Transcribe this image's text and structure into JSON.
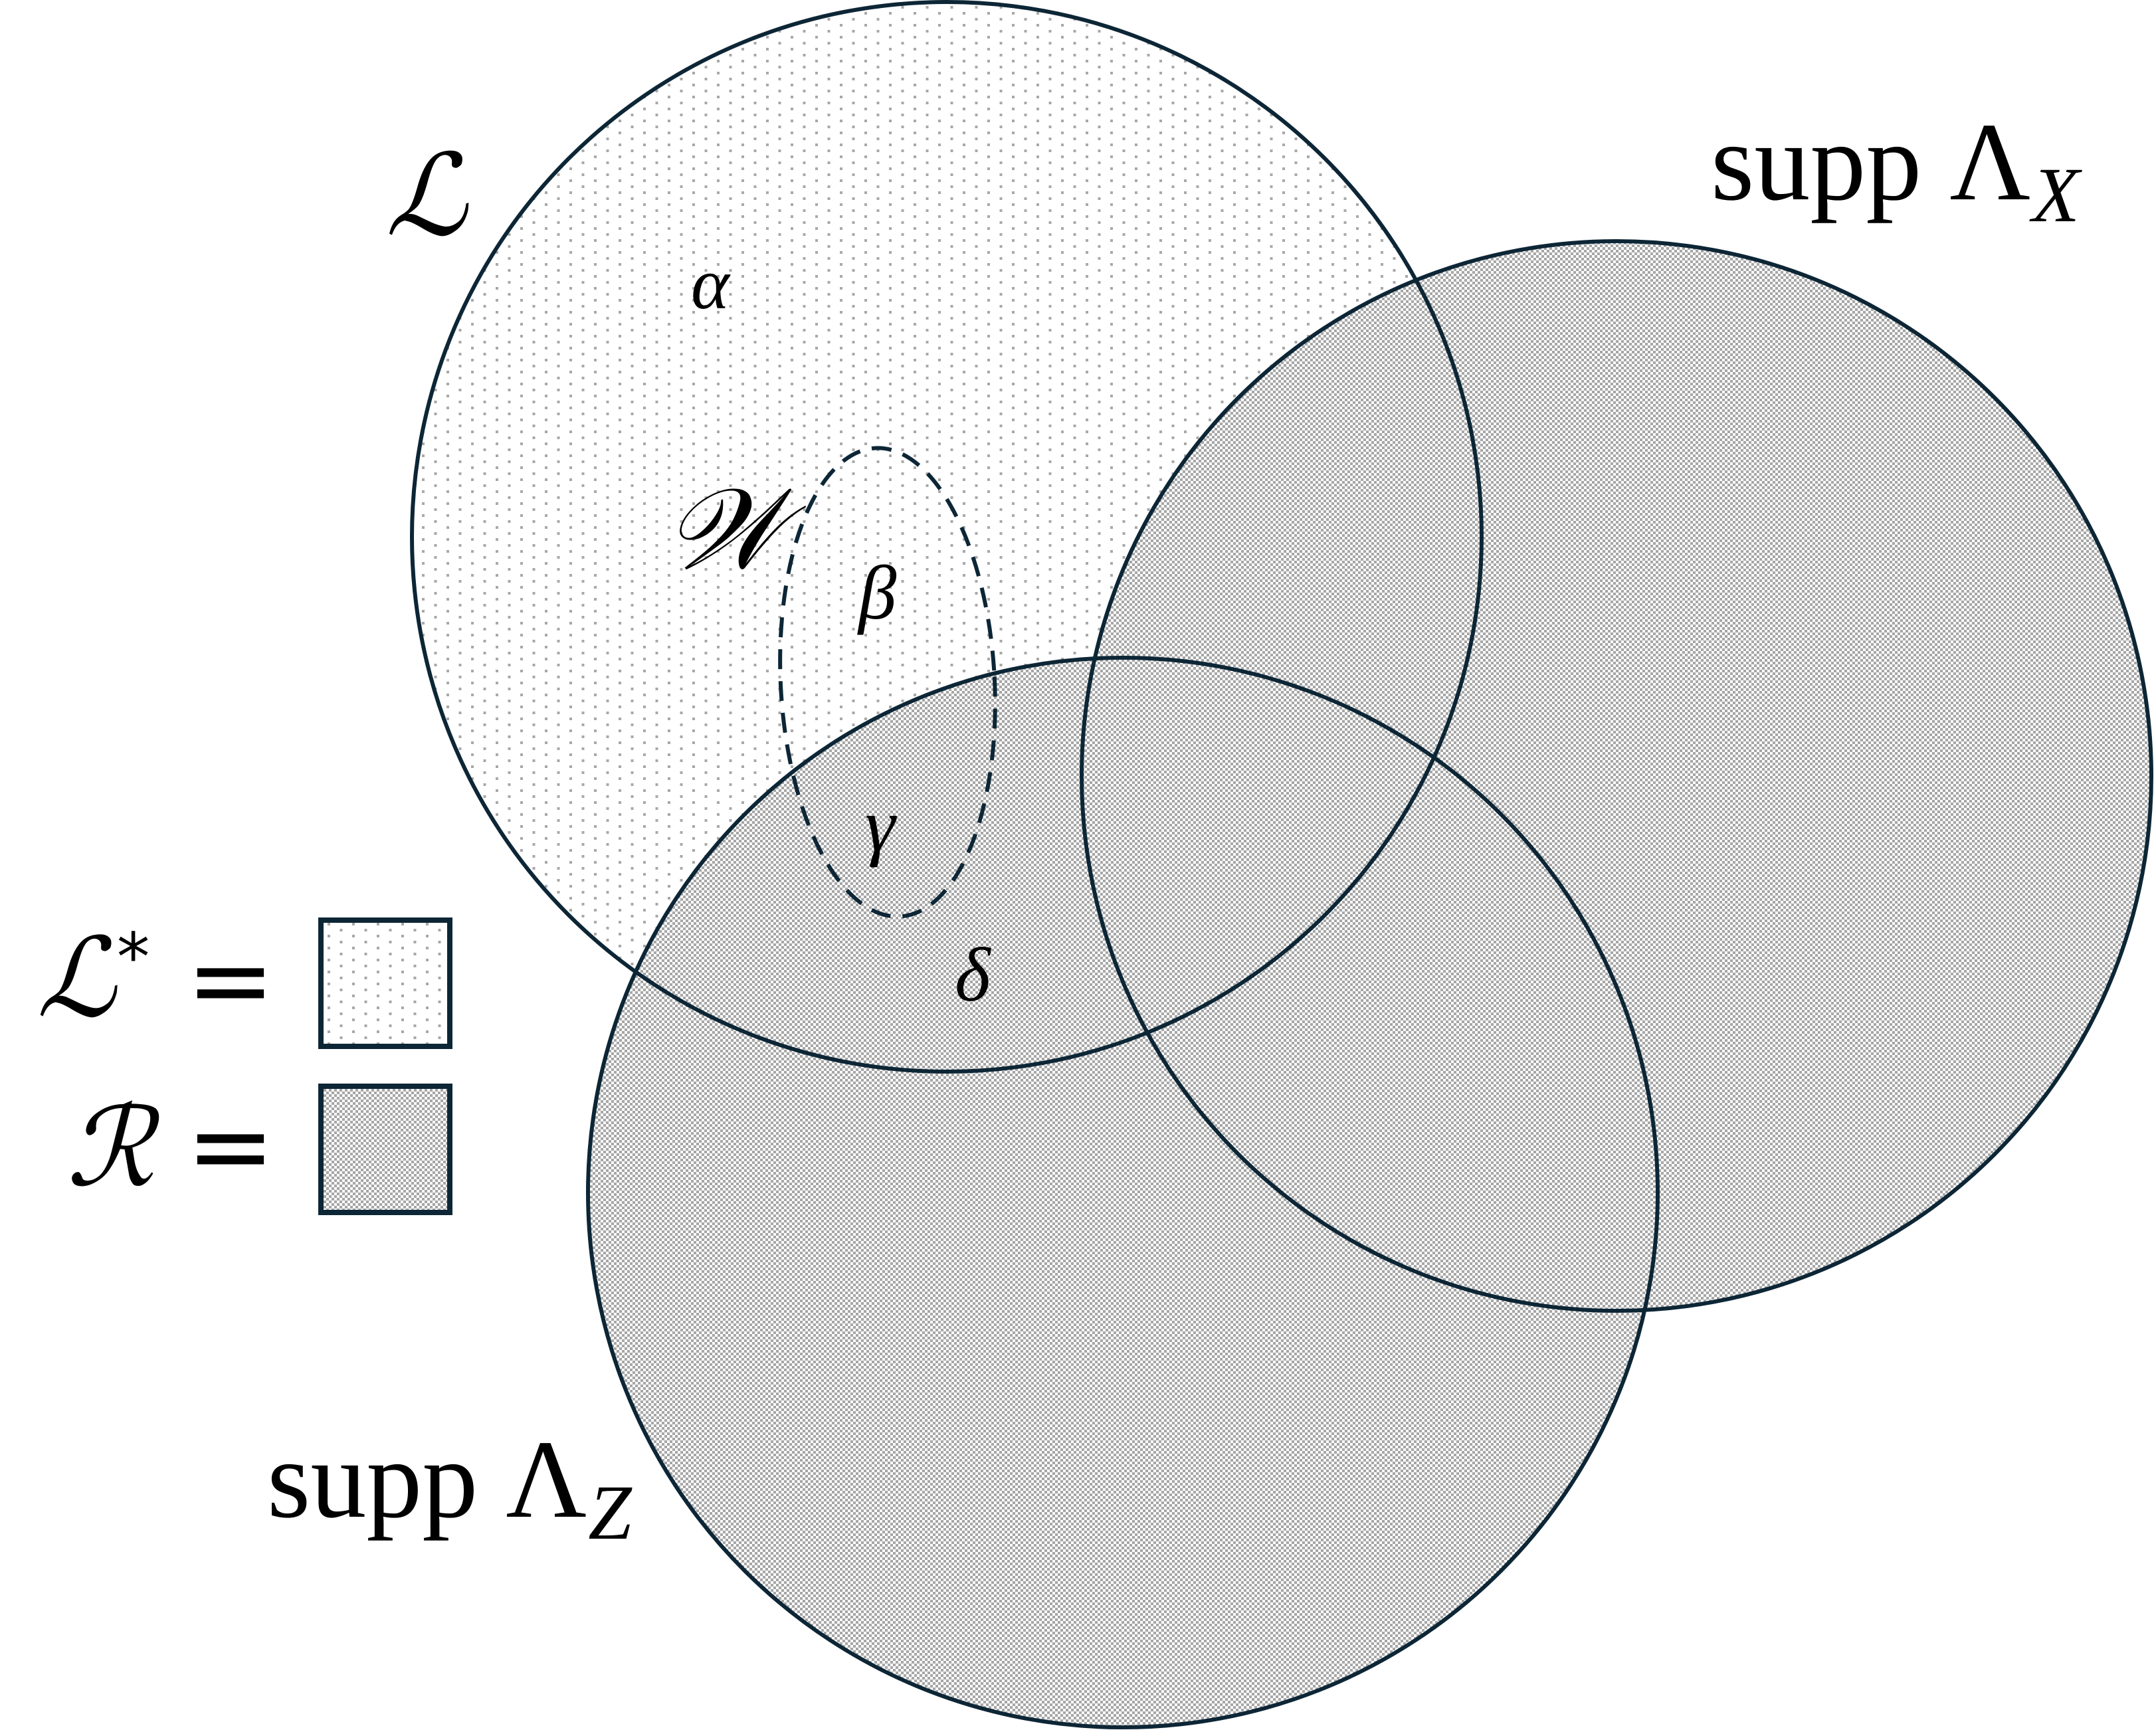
{
  "diagram": {
    "type": "venn",
    "colors": {
      "stroke": "#0d2636",
      "dot_fill": "#a8a8a8",
      "checker_fill": "#a6a6a6",
      "background": "#ffffff"
    },
    "sets": [
      {
        "id": "L",
        "label": "ℒ",
        "pattern": "dots"
      },
      {
        "id": "X",
        "label_prefix": "supp",
        "label_main": "Λ",
        "label_sub": "X",
        "pattern": "checker"
      },
      {
        "id": "Z",
        "label_prefix": "supp",
        "label_main": "Λ",
        "label_sub": "Z",
        "pattern": "checker"
      }
    ],
    "subset": {
      "id": "W",
      "label": "𝒲",
      "style": "dashed"
    },
    "regions": {
      "alpha": "α",
      "beta": "β",
      "gamma": "γ",
      "delta": "δ"
    },
    "legend": [
      {
        "symbol": "ℒ",
        "superscript": "*",
        "equals": "=",
        "pattern": "dots"
      },
      {
        "symbol": "ℛ",
        "superscript": "",
        "equals": "=",
        "pattern": "checker"
      }
    ]
  }
}
